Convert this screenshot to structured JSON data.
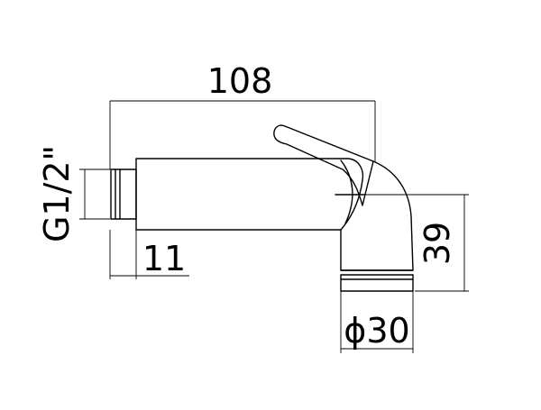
{
  "dimensions": {
    "overall_length": "108",
    "thread": "G1/2\"",
    "thread_length": "11",
    "height": "39",
    "diameter": "30",
    "diameter_symbol": "ϕ"
  }
}
